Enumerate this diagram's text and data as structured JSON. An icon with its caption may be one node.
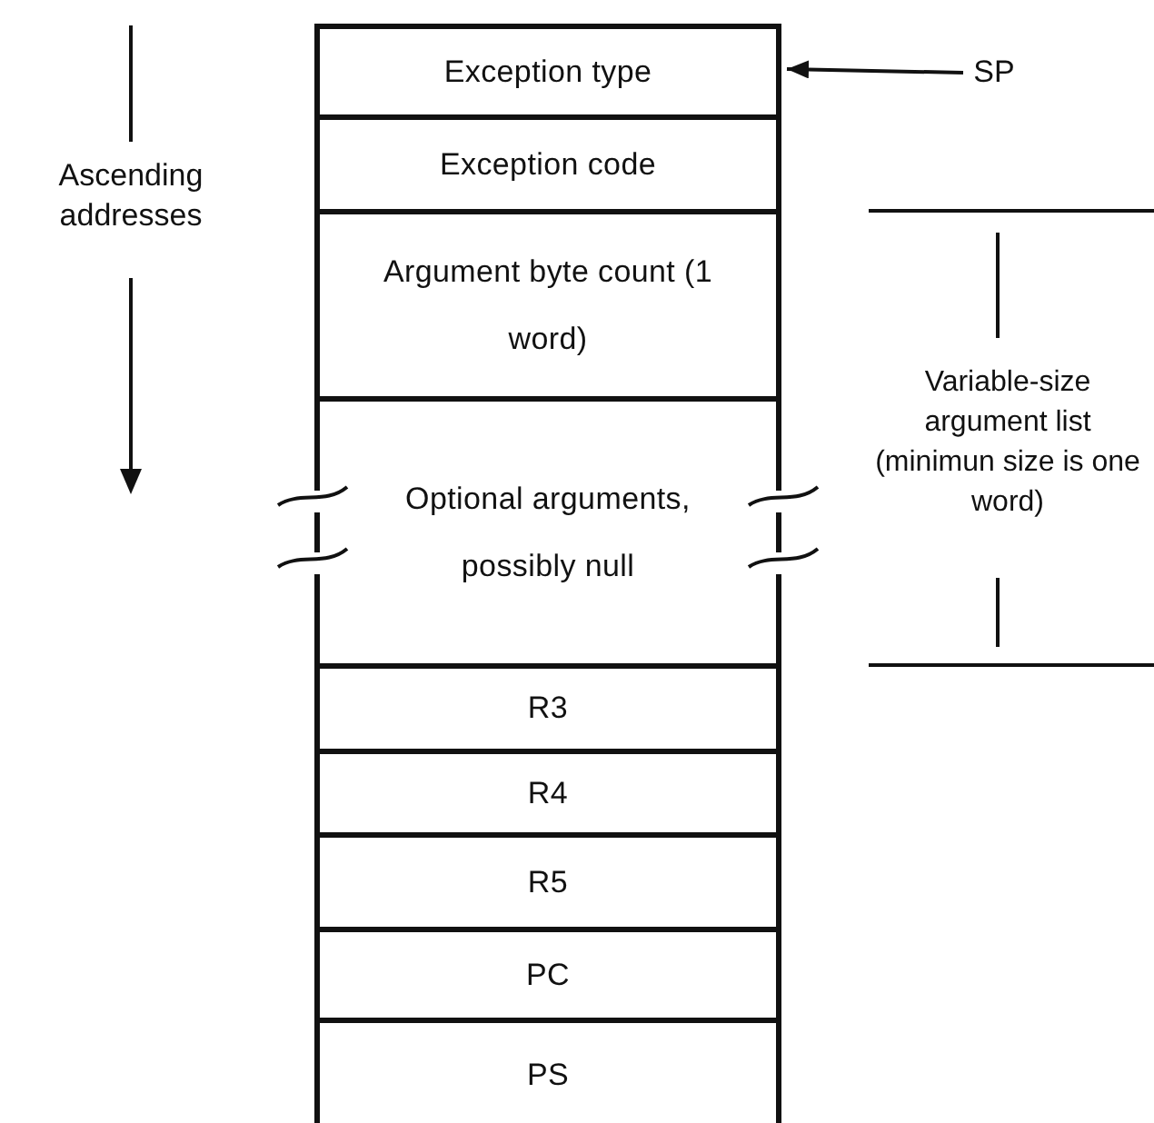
{
  "diagram": {
    "nodes": [
      {
        "text": [
          "Exception type"
        ]
      },
      {
        "text": [
          "Exception code"
        ]
      },
      {
        "text": [
          "Argument byte count (1 word)"
        ]
      },
      {
        "text": [
          "Optional arguments, possibly null"
        ]
      },
      {
        "text": [
          "R3"
        ]
      },
      {
        "text": [
          "R4"
        ]
      },
      {
        "text": [
          "R5"
        ]
      },
      {
        "text": [
          "PC"
        ]
      },
      {
        "text": [
          "PS"
        ]
      },
      {
        "text": [
          "SP"
        ]
      }
    ],
    "edges": [
      {
        "from": 9,
        "to": 0,
        "arrow": "to"
      }
    ],
    "labels": [
      "Ascending addresses",
      "Variable-size argument list (minimun size is one word)"
    ]
  }
}
